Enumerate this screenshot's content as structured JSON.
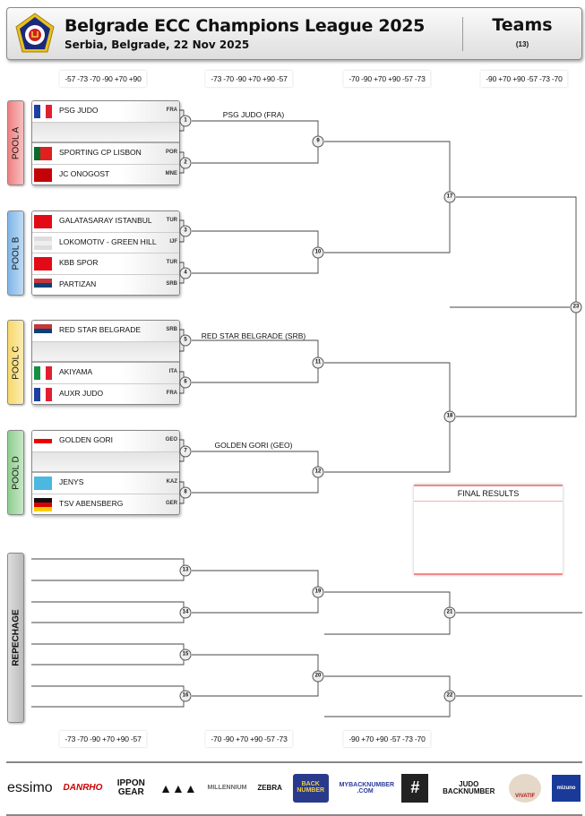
{
  "header": {
    "title": "Belgrade ECC Champions League 2025",
    "subtitle": "Serbia, Belgrade, 22 Nov 2025",
    "teams_label": "Teams",
    "teams_count": "(13)"
  },
  "weights_top": [
    "-57 -73 -70 -90 +70 +90",
    "-73 -70 -90 +70 +90 -57",
    "-70 -90 +70 +90 -57 -73",
    "-90 +70 +90 -57 -73 -70"
  ],
  "weights_bottom": [
    "-73 -70 -90 +70 +90 -57",
    "-70 -90 +70 +90 -57 -73",
    "-90 +70 +90 -57 -73 -70"
  ],
  "pools": [
    {
      "label": "POOL A",
      "color": "#f07f7f",
      "teams": [
        {
          "name": "PSG JUDO",
          "code": "FRA",
          "flag": "FRA"
        },
        null,
        {
          "name": "SPORTING CP LISBON",
          "code": "POR",
          "flag": "POR"
        },
        {
          "name": "JC ONOGOST",
          "code": "MNE",
          "flag": "MNE"
        }
      ]
    },
    {
      "label": "POOL B",
      "color": "#7fb7e8",
      "teams": [
        {
          "name": "GALATASARAY ISTANBUL",
          "code": "TUR",
          "flag": "TUR"
        },
        {
          "name": "LOKOMOTIV - GREEN HILL",
          "code": "IJF",
          "flag": "IJF"
        },
        {
          "name": "KBB SPOR",
          "code": "TUR",
          "flag": "TUR"
        },
        {
          "name": "PARTIZAN",
          "code": "SRB",
          "flag": "SRB"
        }
      ]
    },
    {
      "label": "POOL C",
      "color": "#f7d96a",
      "teams": [
        {
          "name": "RED STAR BELGRADE",
          "code": "SRB",
          "flag": "SRB"
        },
        null,
        {
          "name": "AKIYAMA",
          "code": "ITA",
          "flag": "ITA"
        },
        {
          "name": "AUXR JUDO",
          "code": "FRA",
          "flag": "FRA"
        }
      ]
    },
    {
      "label": "POOL D",
      "color": "#8fcf8f",
      "teams": [
        {
          "name": "GOLDEN GORI",
          "code": "GEO",
          "flag": "GEO"
        },
        null,
        {
          "name": "JENYS",
          "code": "KAZ",
          "flag": "KAZ"
        },
        {
          "name": "TSV ABENSBERG",
          "code": "GER",
          "flag": "GER"
        }
      ]
    }
  ],
  "matches": [
    "1",
    "2",
    "3",
    "4",
    "5",
    "6",
    "7",
    "8",
    "9",
    "10",
    "11",
    "12",
    "13",
    "14",
    "15",
    "16",
    "17",
    "18",
    "19",
    "20",
    "21",
    "22",
    "23"
  ],
  "winners": [
    "PSG JUDO (FRA)",
    "RED STAR BELGRADE (SRB)",
    "GOLDEN GORI (GEO)"
  ],
  "final_results": "FINAL RESULTS",
  "repechage": "REPECHAGE",
  "sponsors": [
    "essimo",
    "DANRHO",
    "IPPON GEAR",
    "adidas",
    "MILLENNIUM",
    "ZEBRA",
    "BACK NUMBER",
    "MYBACKNUMBER .COM",
    "#",
    "JUDO BACKNUMBER",
    "VIVATIF",
    "mizuno"
  ]
}
